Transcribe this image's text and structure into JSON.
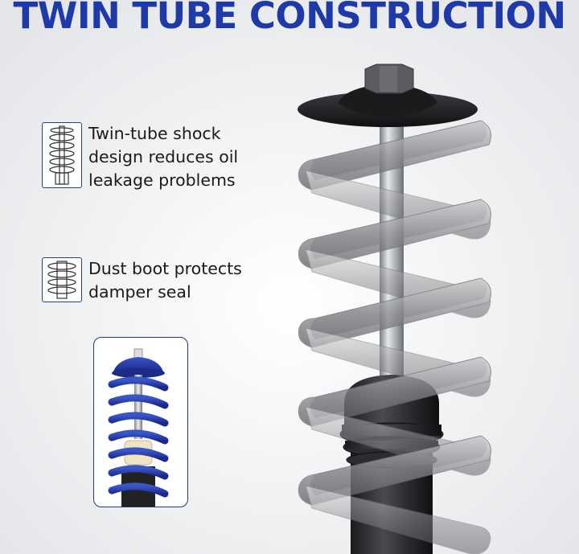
{
  "title": "TWIN TUBE CONSTRUCTION",
  "features": [
    {
      "icon": "coilover-spring-icon",
      "text": "Twin-tube shock design reduces oil leakage problems"
    },
    {
      "icon": "dust-boot-spring-icon",
      "text": "Dust boot protects damper seal"
    }
  ],
  "colors": {
    "title": "#1e3aa8",
    "spring_blue": "#2438a6",
    "text": "#1a1a1a",
    "border": "#2b3d7a"
  }
}
